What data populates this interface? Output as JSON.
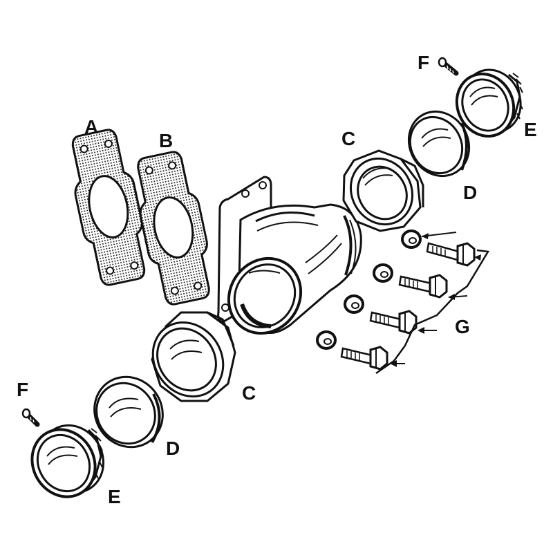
{
  "labels": {
    "a": "A",
    "b": "B",
    "c_top": "C",
    "c_bottom": "C",
    "d_top": "D",
    "d_bottom": "D",
    "e_top": "E",
    "e_bottom": "E",
    "f_top": "F",
    "f_bottom": "F",
    "g": "G"
  },
  "colors": {
    "ink": "#111111",
    "paper": "#ffffff",
    "gasket_fill": "#e6e6e6"
  }
}
